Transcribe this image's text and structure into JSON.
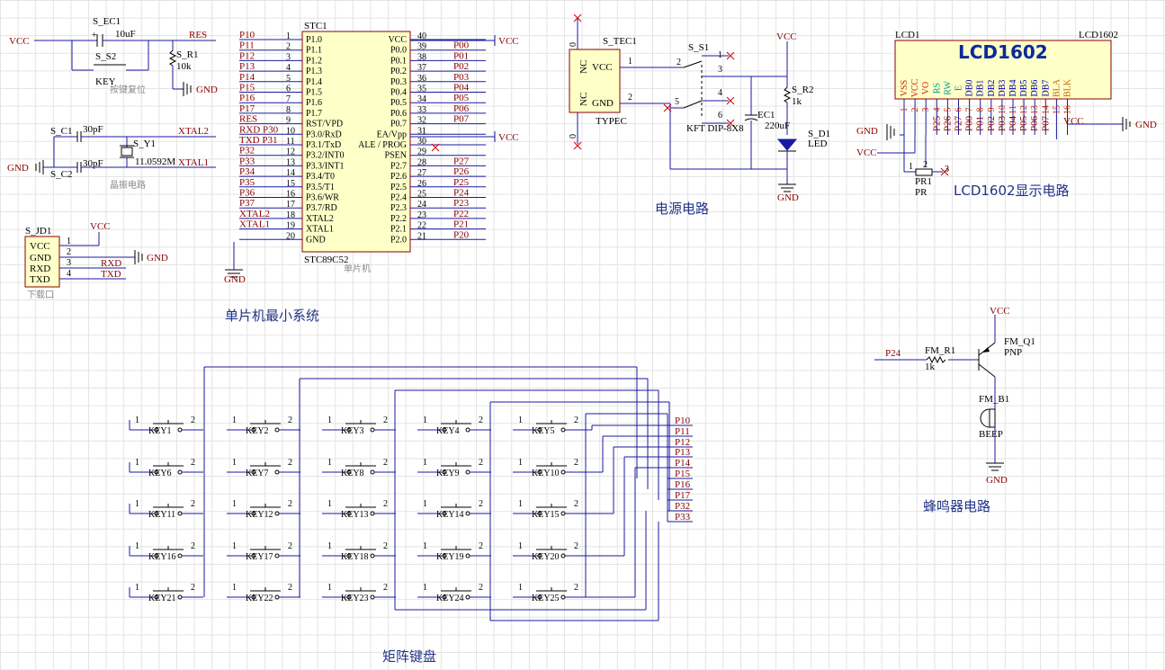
{
  "sections": {
    "mcu": "单片机最小系统",
    "power": "电源电路",
    "lcd": "LCD1602显示电路",
    "keypad": "矩阵键盘",
    "buzzer": "蜂鸣器电路"
  },
  "reset": {
    "cap": "S_EC1",
    "cap_value": "10uF",
    "switch": "S_S2",
    "switch_name": "KEY",
    "res": "S_R1",
    "res_value": "10k",
    "caption": "按键复位",
    "vcc": "VCC",
    "gnd": "GND",
    "net": "RES"
  },
  "crystal": {
    "c1": "S_C1",
    "c2": "S_C2",
    "c_value": "30pF",
    "y": "S_Y1",
    "y_value": "11.0592M",
    "caption": "晶振电路",
    "net1": "XTAL2",
    "net2": "XTAL1",
    "gnd": "GND"
  },
  "download": {
    "ref": "S_JD1",
    "pins": [
      "VCC",
      "GND",
      "RXD",
      "TXD"
    ],
    "nums": [
      "1",
      "2",
      "3",
      "4"
    ],
    "caption": "下载口",
    "vcc": "VCC",
    "gnd": "GND",
    "rxd": "RXD",
    "txd": "TXD"
  },
  "mcu": {
    "ref": "STC1",
    "part": "STC89C52",
    "caption": "单片机",
    "left_pins": [
      "P1.0",
      "P1.1",
      "P1.2",
      "P1.3",
      "P1.4",
      "P1.5",
      "P1.6",
      "P1.7",
      "RST/VPD",
      "P3.0/RxD",
      "P3.1/TxD",
      "P3.2/INT0",
      "P3.3/INT1",
      "P3.4/T0",
      "P3.5/T1",
      "P3.6/WR",
      "P3.7/RD",
      "XTAL2",
      "XTAL1",
      "GND"
    ],
    "left_nums": [
      "1",
      "2",
      "3",
      "4",
      "5",
      "6",
      "7",
      "8",
      "9",
      "10",
      "11",
      "12",
      "13",
      "14",
      "15",
      "16",
      "17",
      "18",
      "19",
      "20"
    ],
    "left_nets": [
      "P10",
      "P11",
      "P12",
      "P13",
      "P14",
      "P15",
      "P16",
      "P17",
      "RES",
      "RXD P30",
      "TXD P31",
      "P32",
      "P33",
      "P34",
      "P35",
      "P36",
      "P37",
      "XTAL2",
      "XTAL1",
      ""
    ],
    "right_pins": [
      "VCC",
      "P0.0",
      "P0.1",
      "P0.2",
      "P0.3",
      "P0.4",
      "P0.5",
      "P0.6",
      "P0.7",
      "EA/Vpp",
      "ALE / PROG",
      "PSEN",
      "P2.7",
      "P2.6",
      "P2.5",
      "P2.4",
      "P2.3",
      "P2.2",
      "P2.1",
      "P2.0"
    ],
    "right_nums": [
      "40",
      "39",
      "38",
      "37",
      "36",
      "35",
      "34",
      "33",
      "32",
      "31",
      "30",
      "29",
      "28",
      "27",
      "26",
      "25",
      "24",
      "23",
      "22",
      "21"
    ],
    "right_nets": [
      "",
      "P00",
      "P01",
      "P02",
      "P03",
      "P04",
      "P05",
      "P06",
      "P07",
      "",
      "",
      "",
      "P27",
      "P26",
      "P25",
      "P24",
      "P23",
      "P22",
      "P21",
      "P20"
    ],
    "vcc": "VCC",
    "gnd": "GND"
  },
  "power": {
    "conn": "S_TEC1",
    "conn_type": "TYPEC",
    "nc": "NC",
    "vcc": "VCC",
    "gnd": "GND",
    "pin1": "1",
    "pin2": "2",
    "switch": "S_S1",
    "switch_part": "KFT DIP-8X8",
    "sw_pins": [
      "2",
      "3",
      "4",
      "5",
      "6",
      "1"
    ],
    "cap": "EC1",
    "cap_value": "220uF",
    "res": "S_R2",
    "res_value": "1k",
    "led": "S_D1",
    "led_name": "LED",
    "vcc_top": "VCC",
    "gnd_bottom": "GND"
  },
  "lcd": {
    "ref": "LCD1",
    "part": "LCD1602",
    "title": "LCD1602",
    "pins": [
      "VSS",
      "VCC",
      "VO",
      "RS",
      "RW",
      "E",
      "DB0",
      "DB1",
      "DB2",
      "DB3",
      "DB4",
      "DB5",
      "DB6",
      "DB7",
      "BLA",
      "BLK"
    ],
    "nums": [
      "1",
      "2",
      "3",
      "4",
      "5",
      "6",
      "7",
      "8",
      "9",
      "10",
      "11",
      "12",
      "13",
      "14",
      "15",
      "16"
    ],
    "nets": [
      "",
      "",
      "",
      "P25",
      "P26",
      "P27",
      "P00",
      "P01",
      "P02",
      "P03",
      "P04",
      "P05",
      "P06",
      "P07",
      "",
      ""
    ],
    "gnd": "GND",
    "vcc": "VCC",
    "pot": "PR1",
    "pot_part": "PR",
    "pot_pins": [
      "1",
      "2",
      "3"
    ]
  },
  "buzzer": {
    "in": "P24",
    "res": "FM_R1",
    "res_value": "1k",
    "q": "FM_Q1",
    "q_type": "PNP",
    "buzzer": "FM_B1",
    "buzzer_name": "BEEP",
    "vcc": "VCC",
    "gnd": "GND"
  },
  "keypad": {
    "keys": [
      "KEY1",
      "KEY2",
      "KEY3",
      "KEY4",
      "KEY5",
      "KEY6",
      "KEY7",
      "KEY8",
      "KEY9",
      "KEY10",
      "KEY11",
      "KEY12",
      "KEY13",
      "KEY14",
      "KEY15",
      "KEY16",
      "KEY17",
      "KEY18",
      "KEY19",
      "KEY20",
      "KEY21",
      "KEY22",
      "KEY23",
      "KEY24",
      "KEY25"
    ],
    "pin1": "1",
    "pin2": "2",
    "nets": [
      "P10",
      "P11",
      "P12",
      "P13",
      "P14",
      "P15",
      "P16",
      "P17",
      "P32",
      "P33"
    ]
  }
}
